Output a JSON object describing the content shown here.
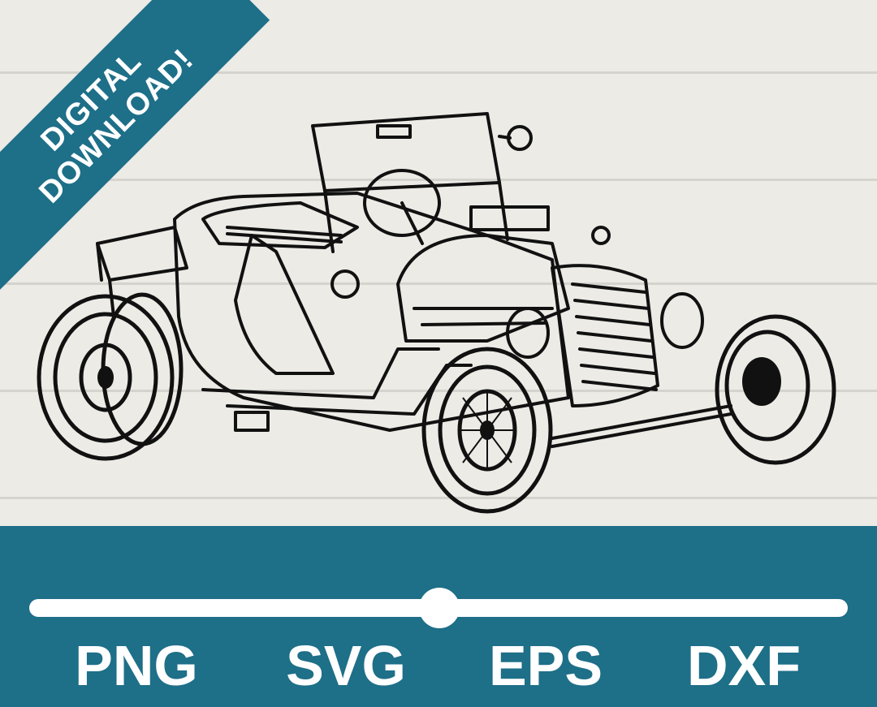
{
  "banner": {
    "line1": "DIGITAL",
    "line2": "DOWNLOAD!"
  },
  "footer": {
    "formats": [
      "PNG",
      "SVG",
      "EPS",
      "DXF"
    ]
  },
  "colors": {
    "band": "#1e6f88",
    "wood": "#ecebe6",
    "ink": "#111111",
    "white": "#ffffff"
  },
  "illustration": {
    "subject": "hot-rod-roadster-line-art"
  }
}
